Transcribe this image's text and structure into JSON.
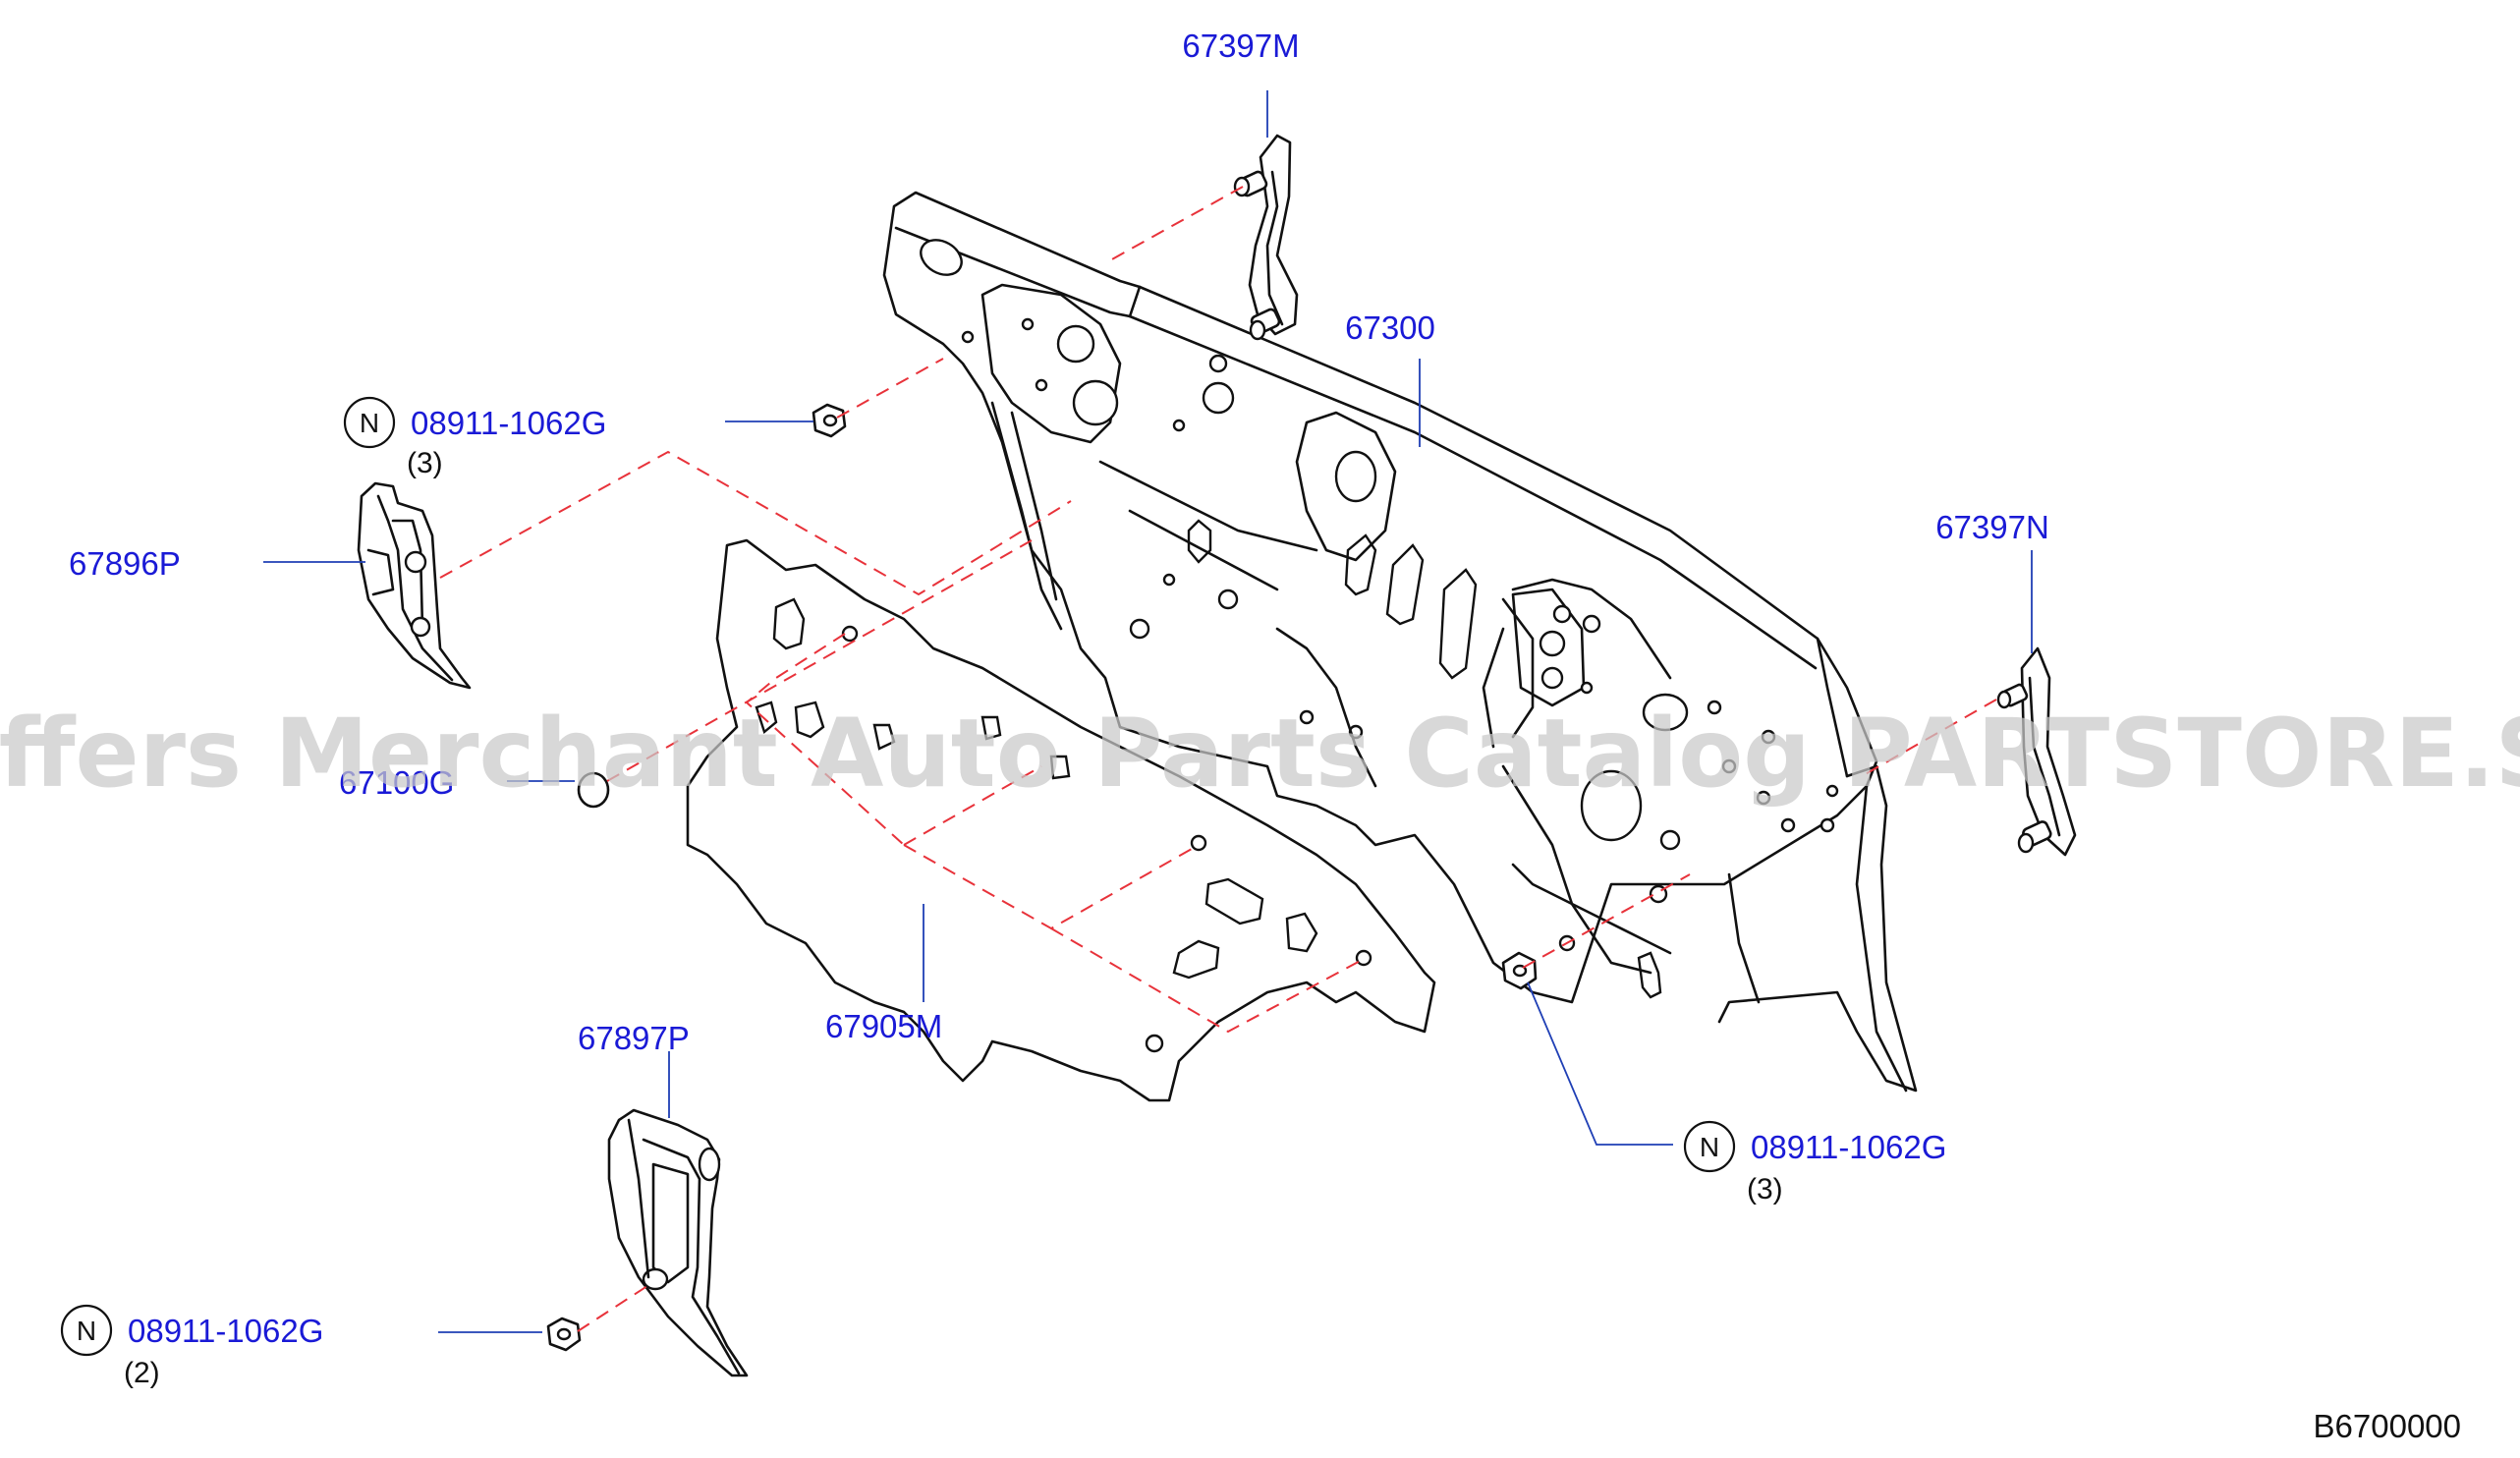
{
  "labels": {
    "p67397M": "67397M",
    "p67300": "67300",
    "p67397N": "67397N",
    "p67896P": "67896P",
    "p67100G": "67100G",
    "p67905M": "67905M",
    "p67897P": "67897P",
    "n1_part": "08911-1062G",
    "n1_qty": "(3)",
    "n2_part": "08911-1062G",
    "n2_qty": "(3)",
    "n3_part": "08911-1062G",
    "n3_qty": "(2)",
    "n_symbol": "N"
  },
  "watermark": "Offers Merchant Auto Parts Catalog PARTSTORE.SA",
  "diagram_code": "B6700000",
  "colors": {
    "label": "#1a1ad6",
    "leader": "#1f3fb5",
    "dashed_guide": "#e8323a",
    "line_art": "#111111",
    "watermark": "#c9c9c9"
  }
}
